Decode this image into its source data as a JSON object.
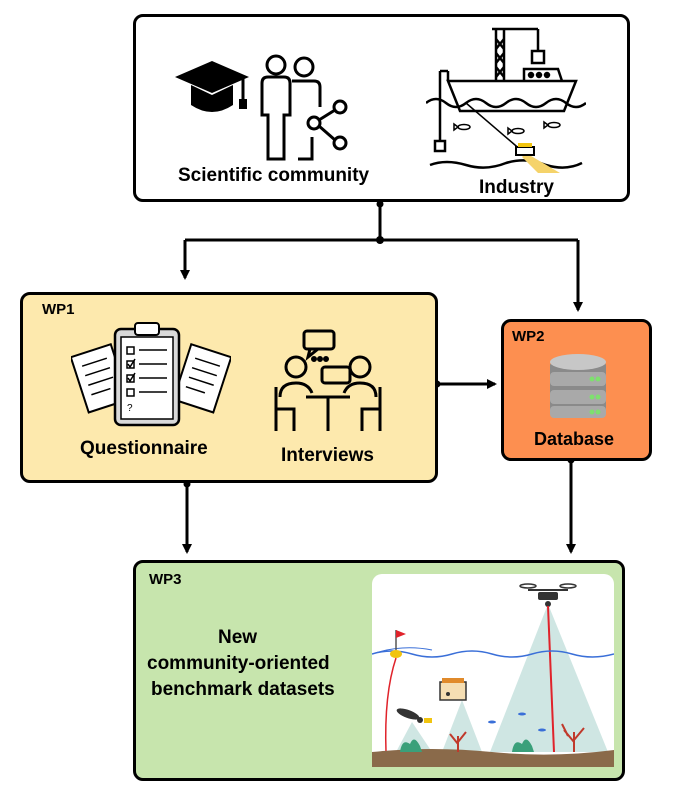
{
  "top_box": {
    "scientific_label": "Scientific community",
    "industry_label": "Industry"
  },
  "wp1": {
    "tag": "WP1",
    "questionnaire_label": "Questionnaire",
    "interviews_label": "Interviews",
    "fill_color": "#fde9ad"
  },
  "wp2": {
    "tag": "WP2",
    "database_label": "Database",
    "fill_color": "#fd8f50"
  },
  "wp3": {
    "tag": "WP3",
    "text_line1": "New",
    "text_line2": "community-oriented",
    "text_line3": "benchmark datasets",
    "fill_color": "#c7e5ad"
  },
  "icons": {
    "graduation": "graduation-cap-icon",
    "people": "people-network-icon",
    "ship": "survey-ship-icon",
    "clipboard": "questionnaire-clipboard-icon",
    "interview": "interview-icon",
    "database": "database-icon"
  }
}
